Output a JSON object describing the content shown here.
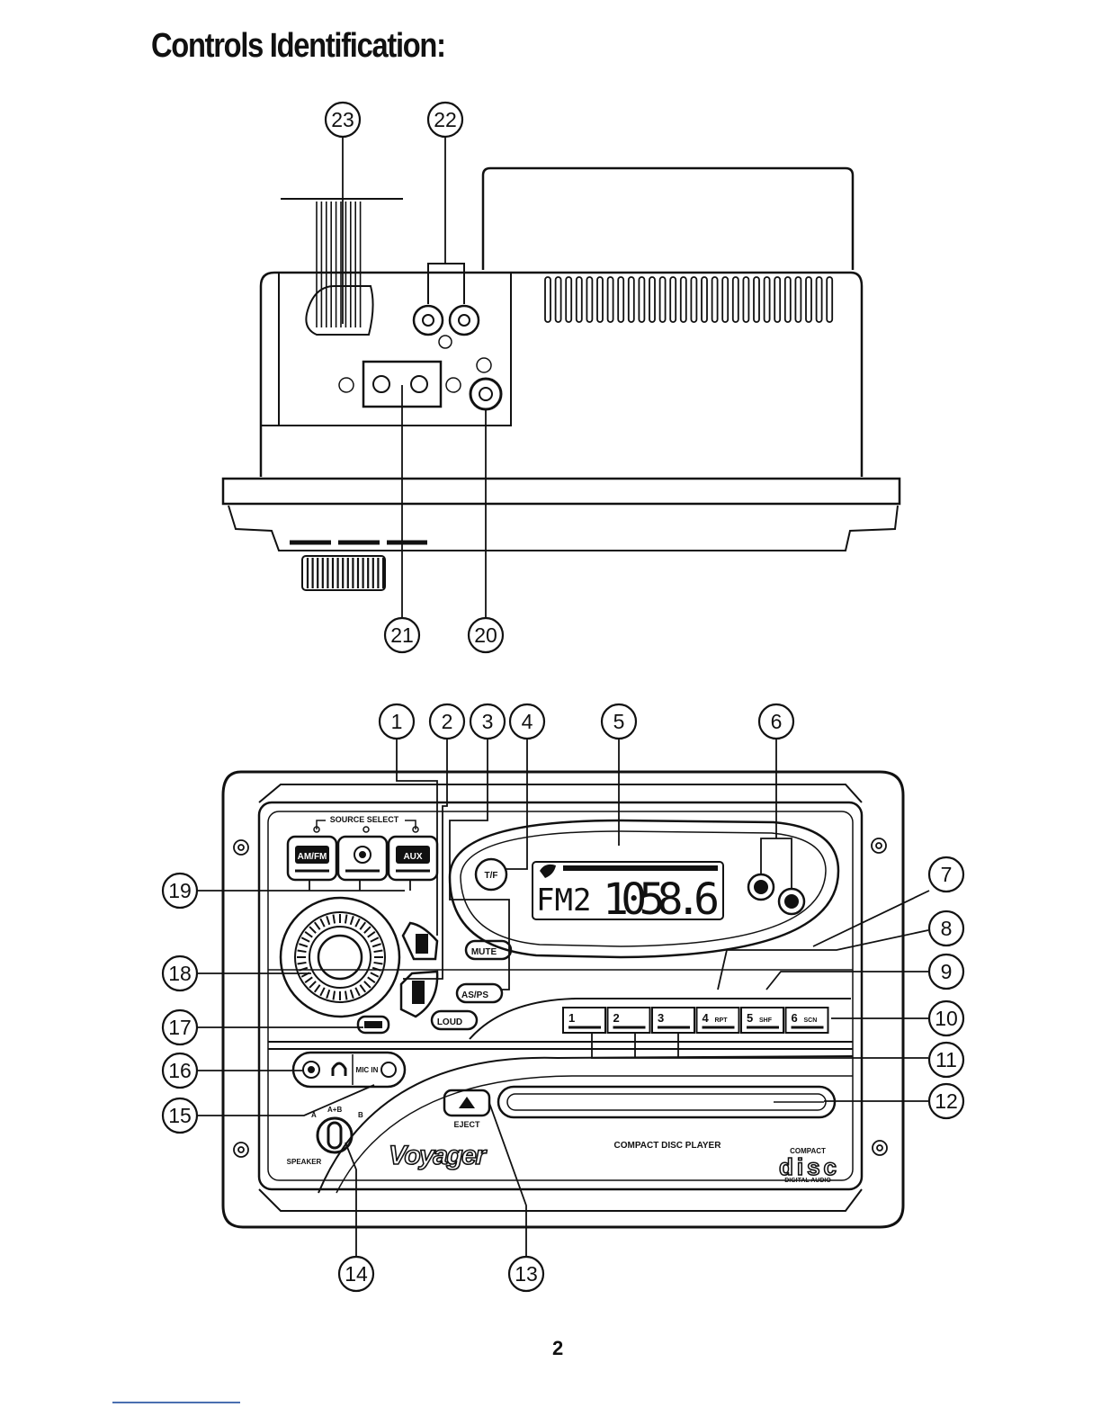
{
  "heading": "Controls Identification:",
  "page_number": "2",
  "brand": "Voyager",
  "front_labels": {
    "source_select": "SOURCE SELECT",
    "am_fm": "AM/FM",
    "aux": "AUX",
    "mute": "MUTE",
    "as_ps": "AS/PS",
    "loud": "LOUD",
    "eject": "EJECT",
    "compact_disc_player": "COMPACT DISC PLAYER",
    "speaker": "SPEAKER",
    "switch_a": "A",
    "switch_ab": "A+B",
    "switch_b": "B",
    "mic_in": "MIC IN",
    "display_band": "FM2",
    "display_freq": "1058.6",
    "disc_logo_top": "COMPACT",
    "disc_logo_main": "disc",
    "disc_logo_bottom": "DIGITAL AUDIO"
  },
  "presets": [
    {
      "num": "1",
      "tag": ""
    },
    {
      "num": "2",
      "tag": ""
    },
    {
      "num": "3",
      "tag": ""
    },
    {
      "num": "4",
      "tag": "RPT"
    },
    {
      "num": "5",
      "tag": "SHF"
    },
    {
      "num": "6",
      "tag": "SCN"
    }
  ],
  "callouts": [
    "1",
    "2",
    "3",
    "4",
    "5",
    "6",
    "7",
    "8",
    "9",
    "10",
    "11",
    "12",
    "13",
    "14",
    "15",
    "16",
    "17",
    "18",
    "19",
    "20",
    "21",
    "22",
    "23"
  ]
}
